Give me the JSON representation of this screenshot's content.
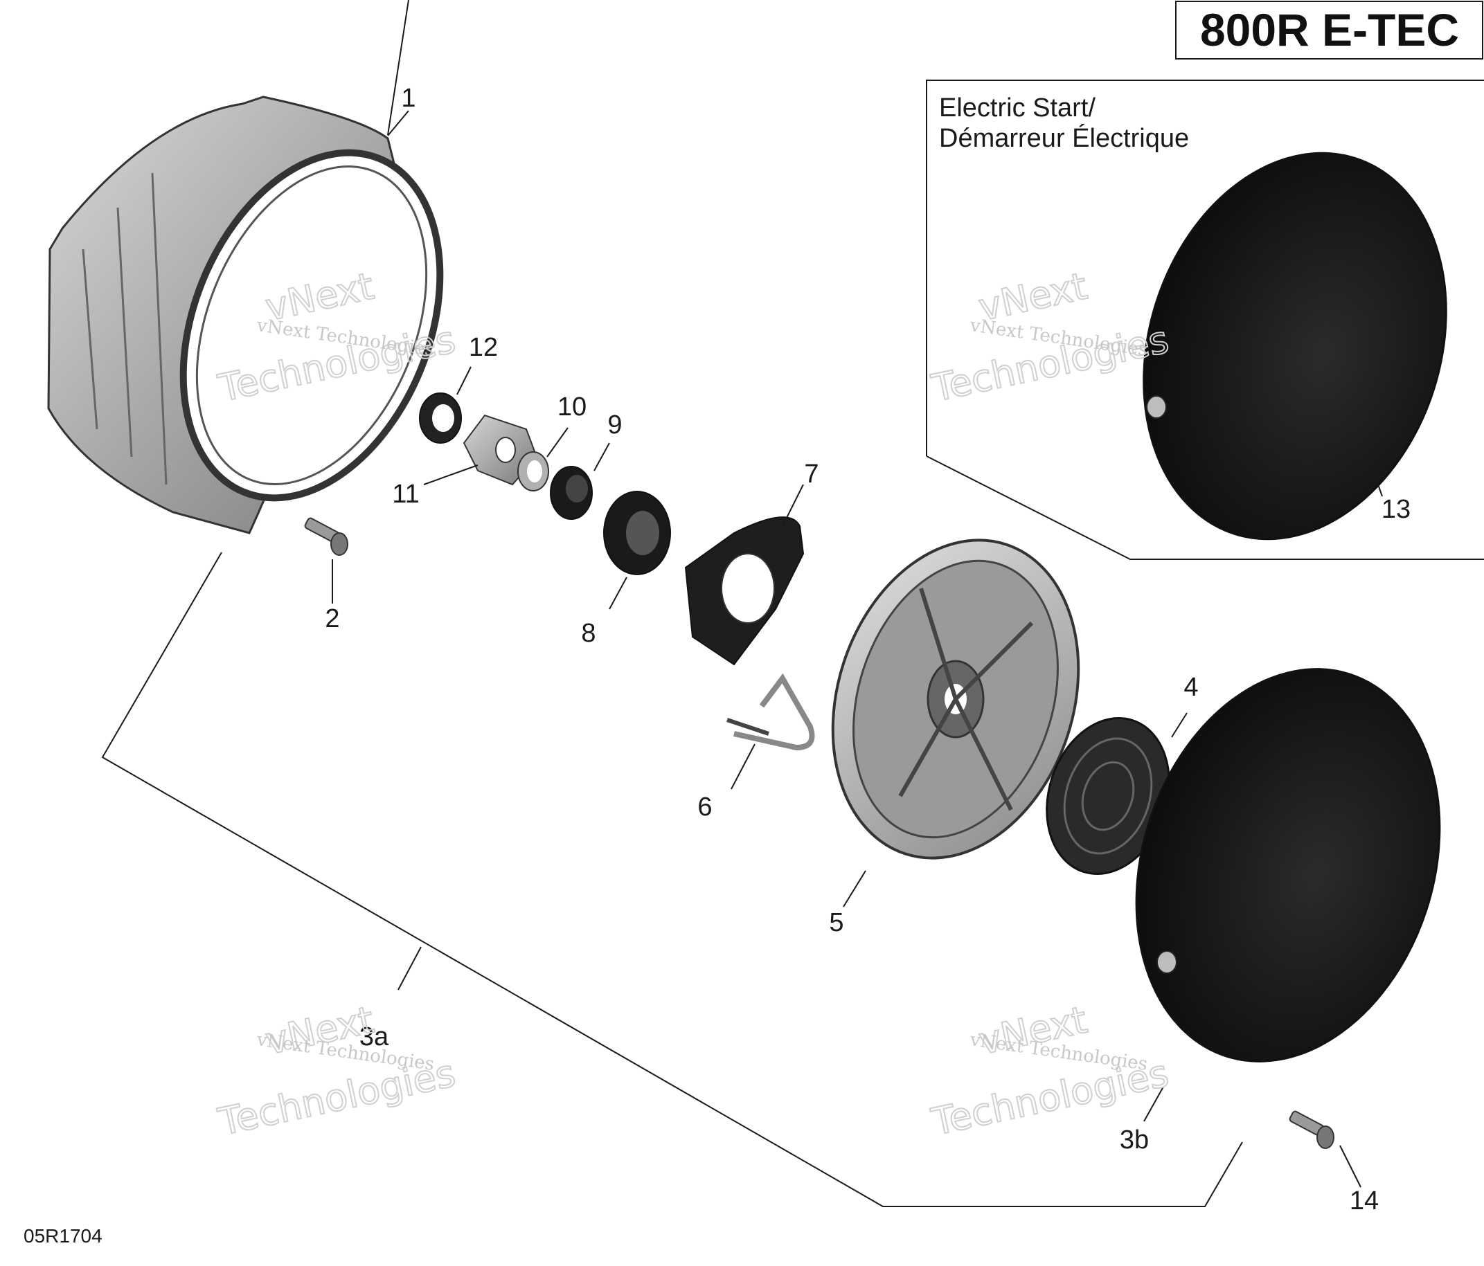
{
  "title": "800R E-TEC",
  "inset": {
    "label_line1": "Electric Start/",
    "label_line2": "Démarreur Électrique"
  },
  "diagram_code": "05R1704",
  "watermark": {
    "line_small": "vNext Technologies",
    "line_big_1": "vNext",
    "line_big_2": "Technologies"
  },
  "callouts": [
    "1",
    "2",
    "3a",
    "3b",
    "4",
    "5",
    "6",
    "7",
    "8",
    "9",
    "10",
    "11",
    "12",
    "13",
    "14"
  ]
}
